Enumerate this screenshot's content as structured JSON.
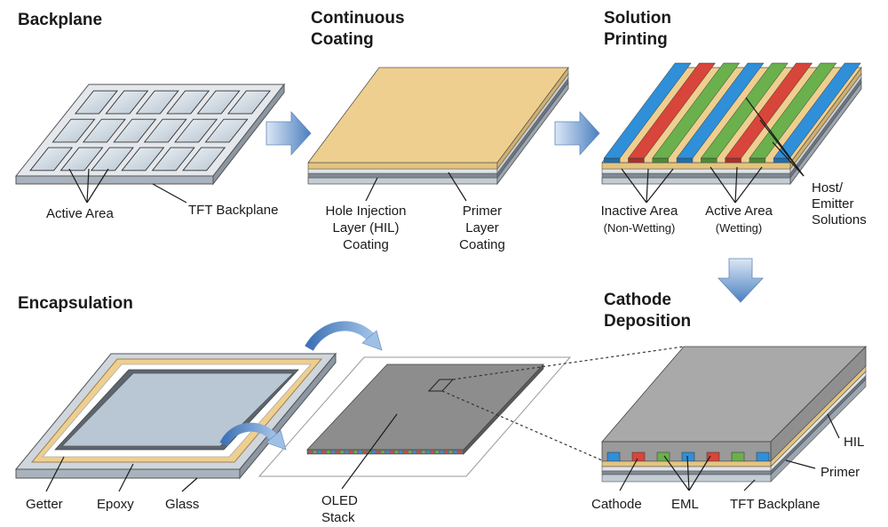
{
  "stages": {
    "backplane": {
      "title": "Backplane"
    },
    "coating": {
      "title_line1": "Continuous",
      "title_line2": "Coating"
    },
    "printing": {
      "title_line1": "Solution",
      "title_line2": "Printing"
    },
    "encapsulation": {
      "title": "Encapsulation"
    },
    "cathode": {
      "title_line1": "Cathode",
      "title_line2": "Deposition"
    }
  },
  "labels": {
    "active_area": "Active Area",
    "tft_backplane": "TFT Backplane",
    "hil_line1": "Hole Injection",
    "hil_line2": "Layer (HIL)",
    "hil_line3": "Coating",
    "primer_line1": "Primer",
    "primer_line2": "Layer",
    "primer_line3": "Coating",
    "inactive_line1": "Inactive Area",
    "inactive_line2": "(Non-Wetting)",
    "active_line1": "Active Area",
    "active_line2": "(Wetting)",
    "host_line1": "Host/",
    "host_line2": "Emitter",
    "host_line3": "Solutions",
    "getter": "Getter",
    "epoxy": "Epoxy",
    "glass": "Glass",
    "oled_line1": "OLED",
    "oled_line2": "Stack",
    "cathode": "Cathode",
    "eml": "EML",
    "tft_backplane_2": "TFT Backplane",
    "hil": "HIL",
    "primer": "Primer"
  },
  "colors": {
    "glass": "#cfd6dd",
    "hil": "#efcf8f",
    "red": "#d8453a",
    "green": "#6ab04c",
    "blue": "#2f8fd8",
    "arrow": "#4f86c6",
    "cathode": "#9a9a9a"
  }
}
